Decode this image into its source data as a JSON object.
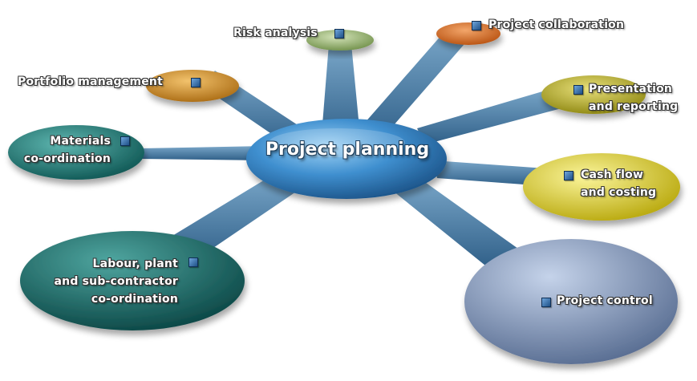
{
  "center": {
    "label": "Project planning"
  },
  "nodes": [
    {
      "id": "risk",
      "label": "Risk analysis"
    },
    {
      "id": "collab",
      "label": "Project collaboration"
    },
    {
      "id": "portfolio",
      "label": "Portfolio management"
    },
    {
      "id": "presentation",
      "label": "Presentation\nand reporting"
    },
    {
      "id": "materials",
      "label": "Materials\nco-ordination"
    },
    {
      "id": "cashflow",
      "label": "Cash flow\nand costing"
    },
    {
      "id": "labour",
      "label": "Labour, plant\nand sub-contractor\nco-ordination"
    },
    {
      "id": "control",
      "label": "Project control"
    }
  ],
  "colors": {
    "spoke": "#4f7fa8",
    "center": "#3f8fcf",
    "risk": "#8fae6a",
    "collab": "#d9651b",
    "portfolio": "#d08a1f",
    "presentation": "#b6ae1c",
    "materials": "#1e7f7a",
    "cashflow": "#e4d61b",
    "labour": "#1b6f6c",
    "control": "#7f95b8"
  }
}
